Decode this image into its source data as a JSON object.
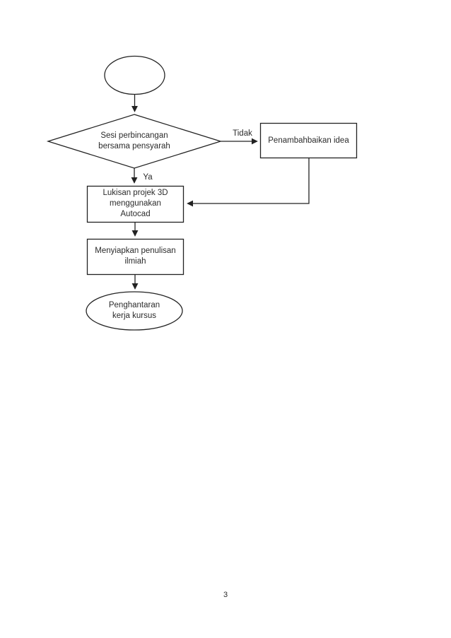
{
  "page": {
    "number": "3"
  },
  "flowchart": {
    "start": {
      "label": ""
    },
    "decision": {
      "label": "Sesi perbincangan\nbersama pensyarah"
    },
    "branch_no_label": "Tidak",
    "branch_yes_label": "Ya",
    "improve_box": {
      "label": "Penambahbaikan idea"
    },
    "draw_box": {
      "label": "Lukisan projek 3D\nmenggunakan\nAutocad"
    },
    "write_box": {
      "label": "Menyiapkan penulisan\nilmiah"
    },
    "end": {
      "label": "Penghantaran\nkerja kursus"
    }
  }
}
